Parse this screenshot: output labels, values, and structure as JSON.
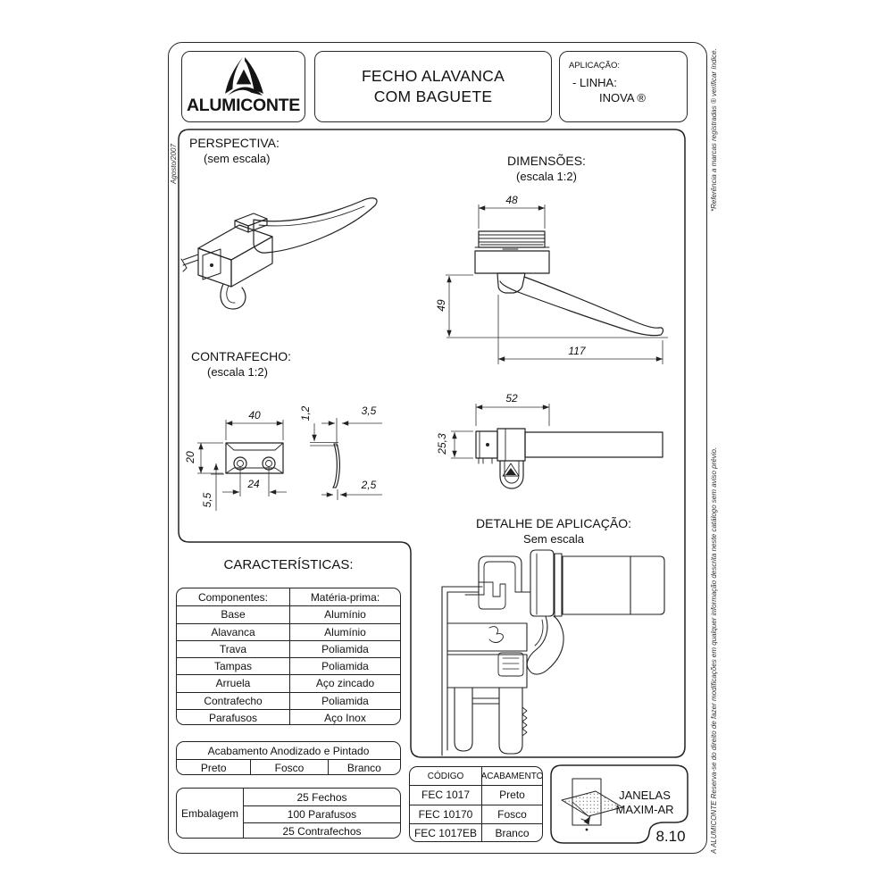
{
  "page": {
    "number": "8.10",
    "side_note_left": "Agosto/2007",
    "side_note_top_right": "*Referência a marcas registradas ® verificar índice.",
    "side_note_bottom_right": "A ALUMICONTE Reserva-se do direito de fazer modificações em qualquer informação descrita neste catálogo sem aviso prévio."
  },
  "header": {
    "logo_text": "ALUMICONTE",
    "title_line1": "FECHO ALAVANCA",
    "title_line2": "COM BAGUETE",
    "application_label": "APLICAÇÃO:",
    "application_line1": "- LINHA:",
    "application_line2": "INOVA ®"
  },
  "perspectiva": {
    "title": "PERSPECTIVA:",
    "subtitle": "(sem escala)"
  },
  "dimensoes": {
    "title": "DIMENSÕES:",
    "subtitle": "(escala 1:2)",
    "width": "48",
    "height": "49",
    "length": "117",
    "top_width": "52",
    "top_height": "25,3"
  },
  "contrafecho": {
    "title": "CONTRAFECHO:",
    "subtitle": "(escala 1:2)",
    "width": "40",
    "height": "20",
    "hole_spacing": "24",
    "base_offset": "5,5",
    "thickness": "1,2",
    "side_top": "3,5",
    "side_bottom": "2,5"
  },
  "detalhe": {
    "title": "DETALHE DE APLICAÇÃO:",
    "subtitle": "Sem escala"
  },
  "caracteristicas": {
    "title": "CARACTERÍSTICAS:",
    "headers": [
      "Componentes:",
      "Matéria-prima:"
    ],
    "rows": [
      [
        "Base",
        "Alumínio"
      ],
      [
        "Alavanca",
        "Alumínio"
      ],
      [
        "Trava",
        "Poliamida"
      ],
      [
        "Tampas",
        "Poliamida"
      ],
      [
        "Arruela",
        "Aço zincado"
      ],
      [
        "Contrafecho",
        "Poliamida"
      ],
      [
        "Parafusos",
        "Aço Inox"
      ]
    ]
  },
  "acabamento": {
    "header": "Acabamento Anodizado e Pintado",
    "options": [
      "Preto",
      "Fosco",
      "Branco"
    ]
  },
  "embalagem": {
    "label": "Embalagem",
    "items": [
      "25 Fechos",
      "100 Parafusos",
      "25 Contrafechos"
    ]
  },
  "codigos": {
    "headers": [
      "CÓDIGO",
      "ACABAMENTO"
    ],
    "rows": [
      [
        "FEC 1017",
        "Preto"
      ],
      [
        "FEC 10170",
        "Fosco"
      ],
      [
        "FEC 1017EB",
        "Branco"
      ]
    ]
  },
  "janelas": {
    "line1": "JANELAS",
    "line2": "MAXIM-AR"
  },
  "colors": {
    "ink": "#222222",
    "paper": "#ffffff"
  }
}
